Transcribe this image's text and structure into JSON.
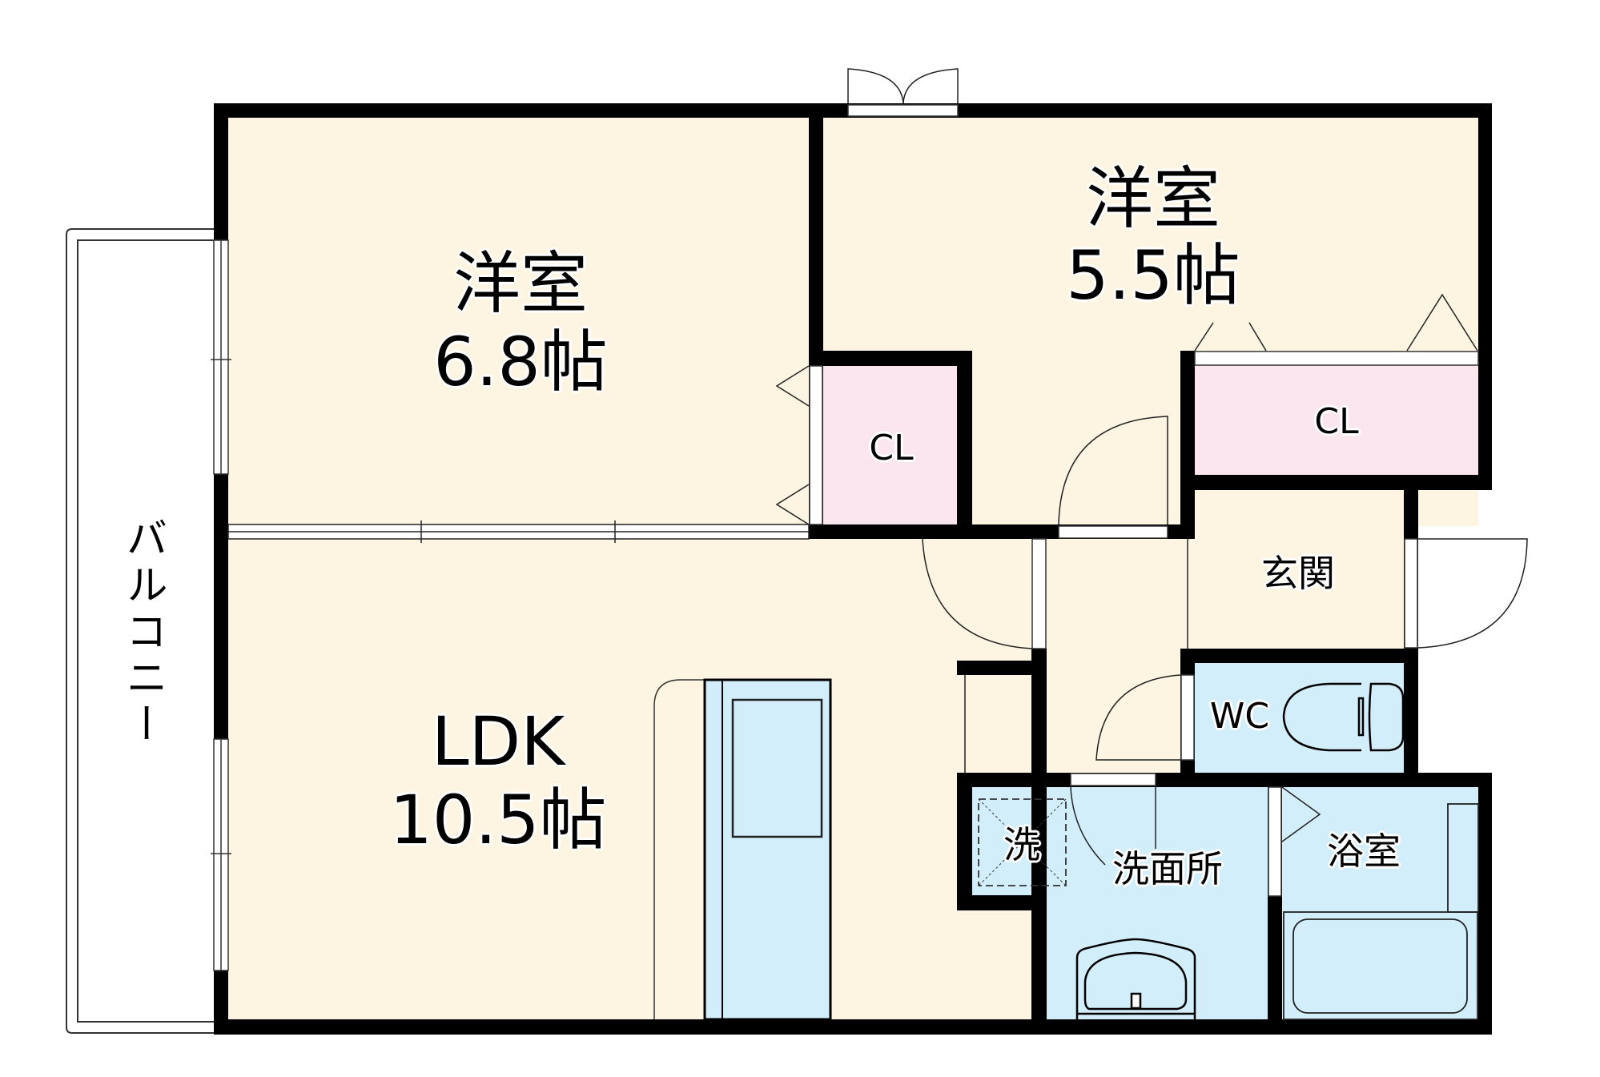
{
  "plan": {
    "colors": {
      "wall": "#000000",
      "living_floor": "#fdf5e2",
      "closet_floor": "#fbe6ef",
      "wet_floor": "#d2eefa",
      "background": "#ffffff"
    },
    "rooms": {
      "western_room_1": {
        "name": "洋室",
        "size": "6.8帖"
      },
      "western_room_2": {
        "name": "洋室",
        "size": "5.5帖"
      },
      "ldk": {
        "name": "LDK",
        "size": "10.5帖"
      },
      "closet_1": {
        "name": "CL"
      },
      "closet_2": {
        "name": "CL"
      },
      "entrance": {
        "name": "玄関"
      },
      "toilet": {
        "name": "WC"
      },
      "washer_space": {
        "name": "洗"
      },
      "washroom": {
        "name": "洗面所"
      },
      "bathroom": {
        "name": "浴室"
      },
      "balcony": {
        "name": "バルコニー"
      }
    }
  }
}
